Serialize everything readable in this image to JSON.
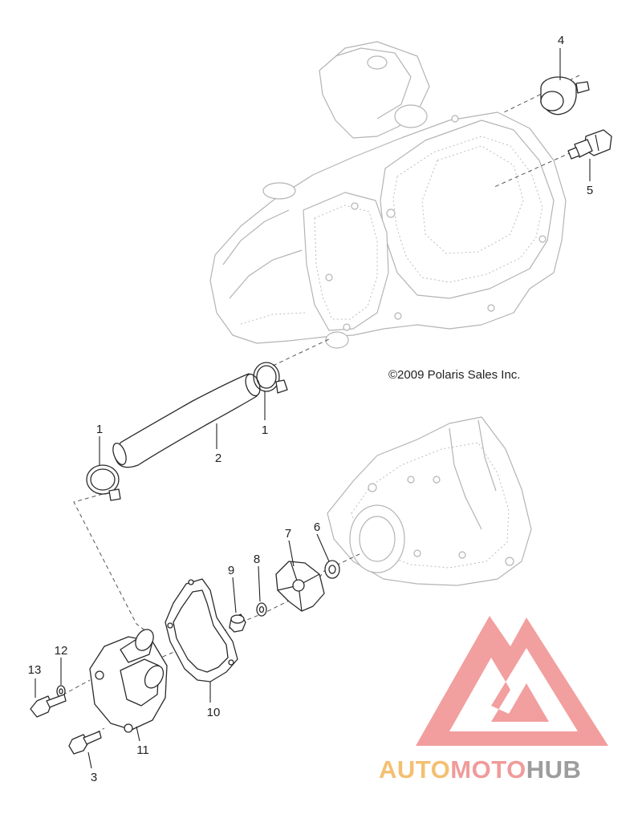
{
  "diagram": {
    "copyright": "©2009 Polaris Sales Inc.",
    "callouts": [
      {
        "id": "c1a",
        "label": "1"
      },
      {
        "id": "c1b",
        "label": "1"
      },
      {
        "id": "c2",
        "label": "2"
      },
      {
        "id": "c3",
        "label": "3"
      },
      {
        "id": "c4",
        "label": "4"
      },
      {
        "id": "c5",
        "label": "5"
      },
      {
        "id": "c6",
        "label": "6"
      },
      {
        "id": "c7",
        "label": "7"
      },
      {
        "id": "c8",
        "label": "8"
      },
      {
        "id": "c9",
        "label": "9"
      },
      {
        "id": "c10",
        "label": "10"
      },
      {
        "id": "c11",
        "label": "11"
      },
      {
        "id": "c12",
        "label": "12"
      },
      {
        "id": "c13",
        "label": "13"
      }
    ]
  },
  "watermark": {
    "part1": "AUTO",
    "part2": "MOTO",
    "part3": "HUB",
    "colors": {
      "auto": "#f2b65a",
      "moto": "#ee8a8a",
      "hub": "#8c8c8c",
      "logo": "#f08e8e"
    }
  }
}
